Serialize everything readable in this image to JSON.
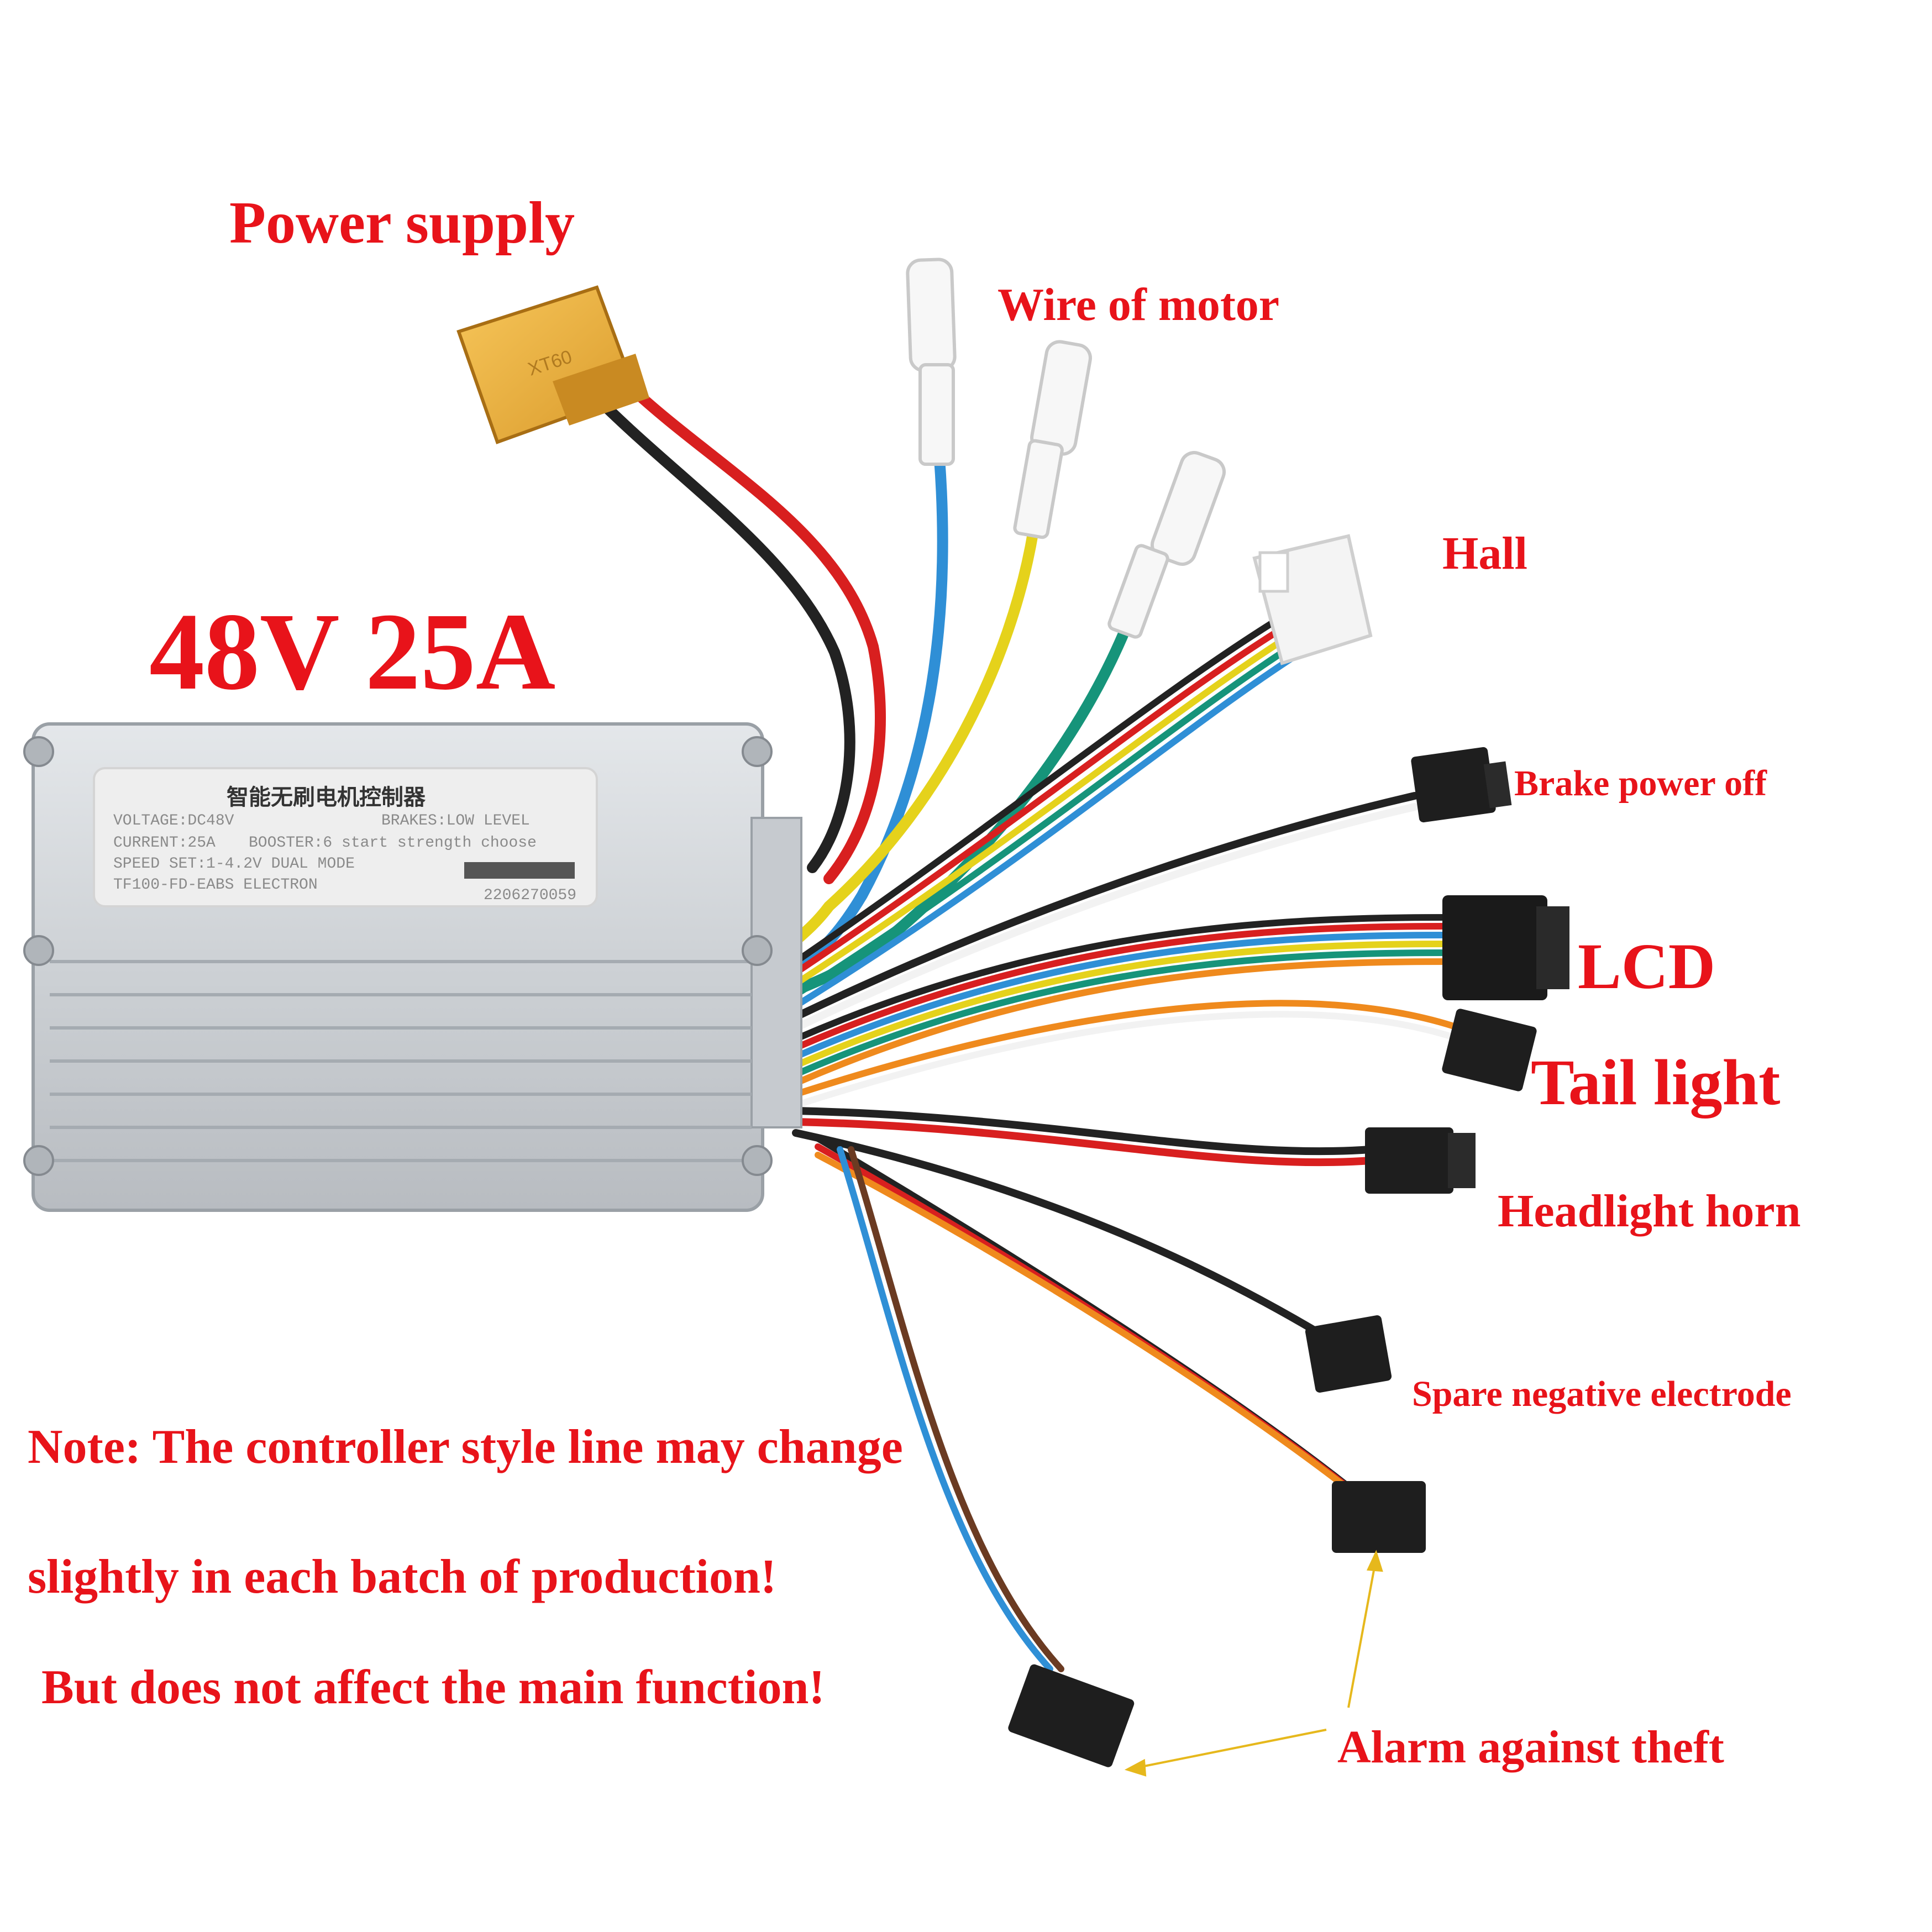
{
  "product": {
    "plate_title": "智能无刷电机控制器",
    "plate_lines": [
      "VOLTAGE:DC48V",
      "BRAKES:LOW LEVEL",
      "CURRENT:25A",
      "BOOSTER:6 start strength choose",
      "SPEED SET:1-4.2V DUAL MODE",
      "TF100-FD-EABS ELECTRON"
    ],
    "serial": "2206270059",
    "xt60_marking": "XT60"
  },
  "labels": {
    "rating": "48V 25A",
    "power_supply": "Power supply",
    "wire_of_motor": "Wire of motor",
    "hall": "Hall",
    "brake_power_off": "Brake power off",
    "lcd": "LCD",
    "tail_light": "Tail light",
    "headlight_horn": "Headlight horn",
    "spare_negative_electrode": "Spare negative electrode",
    "alarm_against_theft": "Alarm against theft"
  },
  "note": {
    "line1": "Note: The controller style line may change",
    "line2": "slightly in each batch of production!",
    "line3": "But does not affect the main function!"
  },
  "colors": {
    "label_red": "#e8131a",
    "housing": "#cfd3d7",
    "xt60": "#f0b23c"
  }
}
